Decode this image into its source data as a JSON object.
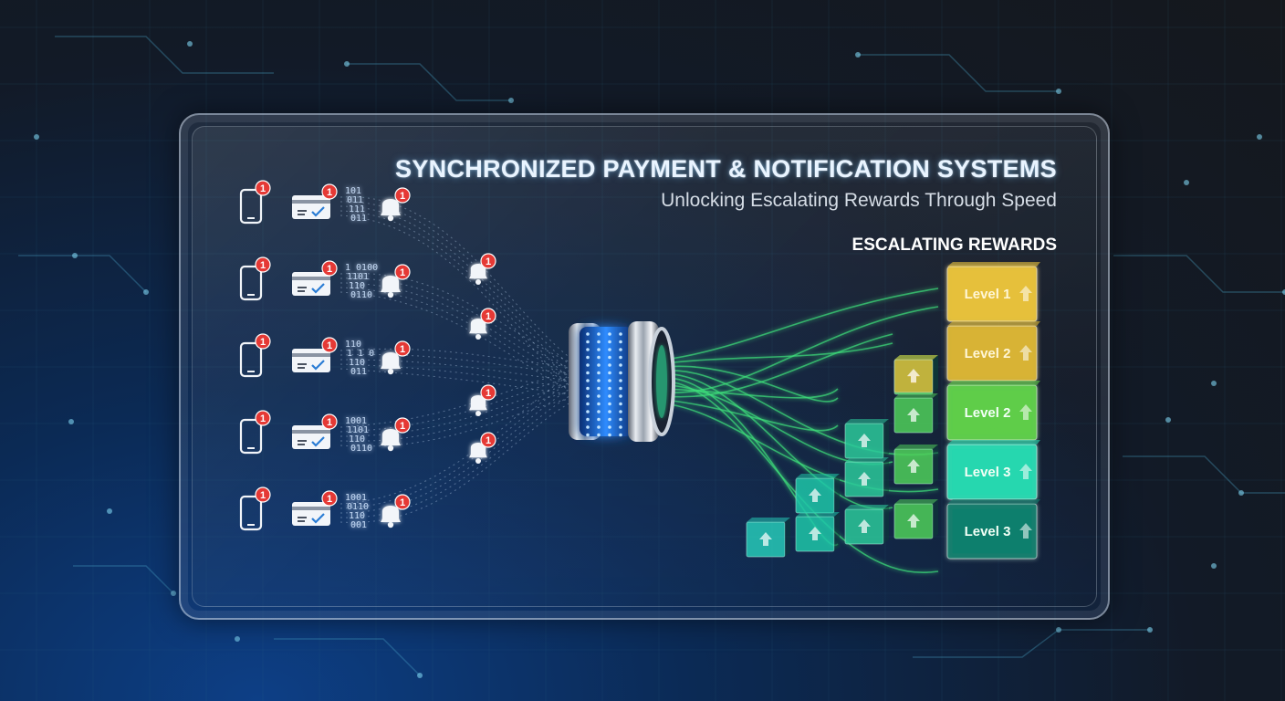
{
  "header": {
    "title": "SYNCHRONIZED PAYMENT & NOTIFICATION SYSTEMS",
    "subtitle": "Unlocking Escalating Rewards Through Speed"
  },
  "rewards": {
    "heading": "ESCALATING REWARDS",
    "levels": [
      {
        "label": "Level 1",
        "color": "#e8c23a"
      },
      {
        "label": "Level 2",
        "color": "#d9b534"
      },
      {
        "label": "Level 2",
        "color": "#5fce4a"
      },
      {
        "label": "Level 3",
        "color": "#28d8b0"
      },
      {
        "label": "Level 3",
        "color": "#12806e"
      }
    ]
  },
  "inputs": {
    "badge_count": "1",
    "binary_rows": [
      [
        "101",
        "011",
        "111",
        "011"
      ],
      [
        "1 0100",
        "1101",
        "110",
        "0110"
      ],
      [
        "110",
        "1 1 0",
        "110",
        "011"
      ],
      [
        "1001",
        "1101",
        "110",
        "0110"
      ],
      [
        "1001",
        "0110",
        "110",
        "001"
      ]
    ]
  },
  "colors": {
    "badge": "#e53935",
    "data_stream": "#cfe4ff",
    "reward_stream": "#3ee07a",
    "core_glow": "#2f8cff"
  },
  "icons": [
    "phone-icon",
    "payment-card-icon",
    "bell-icon",
    "up-arrow-icon",
    "sync-core-icon"
  ]
}
